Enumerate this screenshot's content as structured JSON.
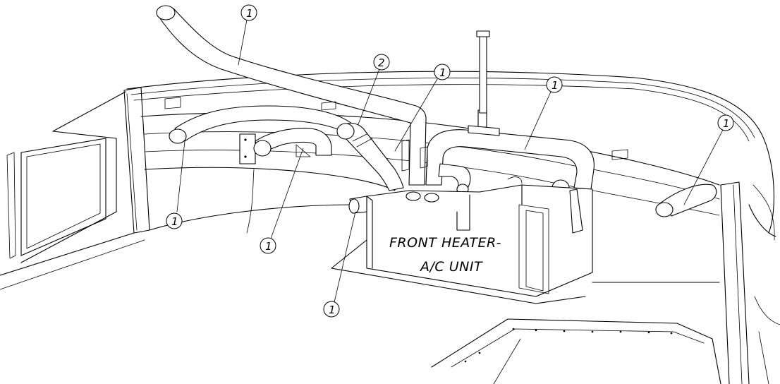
{
  "unit_label": {
    "line1": "FRONT HEATER-",
    "line2": "A/C UNIT"
  },
  "callouts": [
    {
      "id": "callout-top-duct",
      "number": "1"
    },
    {
      "id": "callout-center-duct",
      "number": "2"
    },
    {
      "id": "callout-diagonal-duct",
      "number": "1"
    },
    {
      "id": "callout-right-duct",
      "number": "1"
    },
    {
      "id": "callout-far-right-duct",
      "number": "1"
    },
    {
      "id": "callout-left-duct",
      "number": "1"
    },
    {
      "id": "callout-left-inner-duct",
      "number": "1"
    },
    {
      "id": "callout-unit-intake",
      "number": "1"
    }
  ]
}
